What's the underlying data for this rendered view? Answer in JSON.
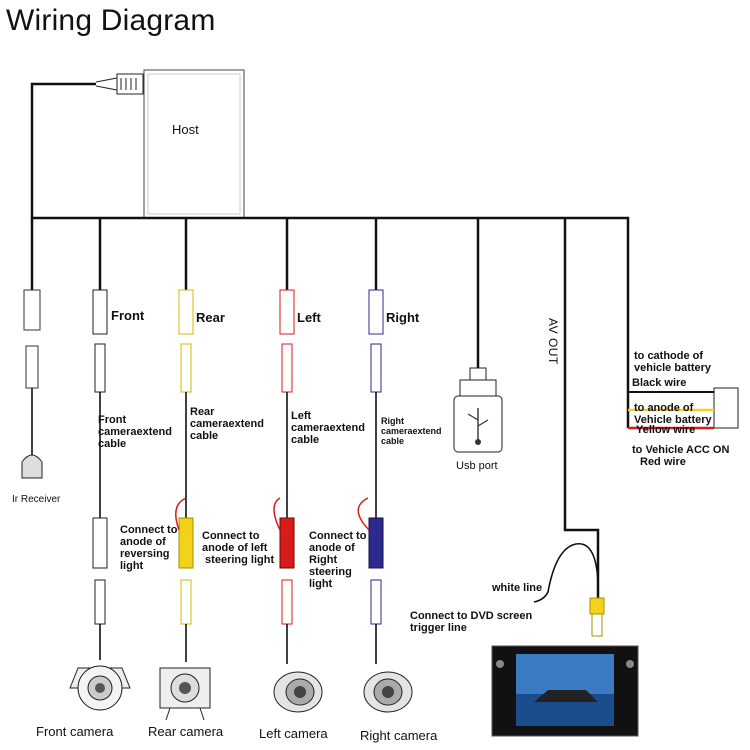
{
  "title": "Wiring Diagram",
  "host": "Host",
  "channels": {
    "front": "Front",
    "rear": "Rear",
    "left": "Left",
    "right": "Right"
  },
  "extend_cables": {
    "front": [
      "Front",
      "cameraextend",
      "cable"
    ],
    "rear": [
      "Rear",
      "cameraextend",
      "cable"
    ],
    "left": [
      "Left",
      "cameraextend",
      "cable"
    ],
    "right": [
      "Right",
      "cameraextend",
      "cable"
    ]
  },
  "connect_notes": {
    "rear": [
      "Connect to",
      "anode of",
      "reversing",
      "light"
    ],
    "left": [
      "Connect to",
      "anode of left",
      " steering light"
    ],
    "right": [
      "Connect to",
      "anode of",
      "Right",
      "steering",
      "light"
    ]
  },
  "cameras": {
    "front": "Front camera",
    "rear": "Rear camera",
    "left": "Left camera",
    "right": "Right camera"
  },
  "ir_receiver": "Ir Receiver",
  "usb_port": "Usb port",
  "av_out": "AV OUT",
  "power": {
    "cathode": [
      "to cathode of",
      "vehicle battery"
    ],
    "black": "Black wire",
    "anode": [
      "to anode of",
      "Vehicle battery"
    ],
    "yellow": "Yellow wire",
    "acc": "to Vehicle ACC ON",
    "red": "Red wire"
  },
  "dvd": {
    "white_line": "white line",
    "trigger": [
      "Connect to DVD screen",
      "trigger line"
    ]
  },
  "colors": {
    "black_wire": "#111111",
    "yellow_wire": "#f2d21b",
    "red_wire": "#d81b1b",
    "blue_wire": "#2d2a8f"
  }
}
